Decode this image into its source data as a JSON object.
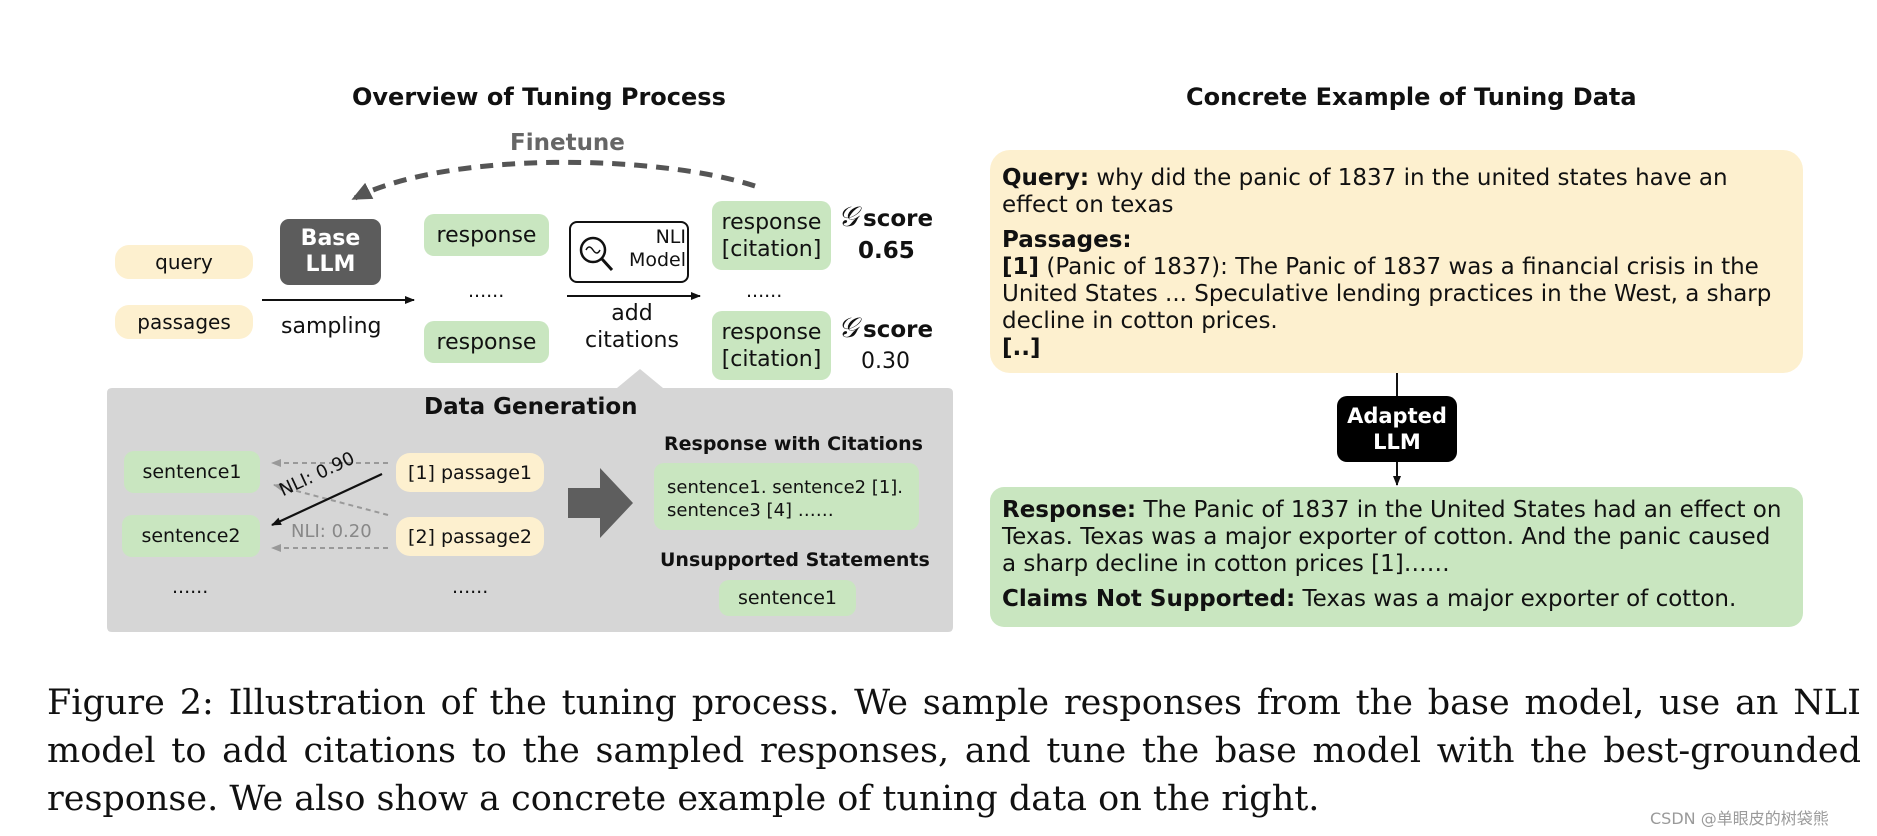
{
  "left_panel": {
    "title": "Overview of Tuning Process",
    "finetune_label": "Finetune",
    "inputs": [
      "query",
      "passages"
    ],
    "base_llm": "Base\nLLM",
    "sampling_label": "sampling",
    "responses": [
      "response",
      "......",
      "response"
    ],
    "nli_model": "NLI\nModel",
    "add_citations_label": "add\ncitations",
    "cited_responses": [
      "response\n[citation]",
      "......",
      "response\n[citation]"
    ],
    "scores": [
      {
        "symbol": "𝒢",
        "label": "score",
        "value": "0.65"
      },
      {
        "symbol": "𝒢",
        "label": "score",
        "value": "0.30"
      }
    ]
  },
  "data_generation": {
    "title": "Data Generation",
    "sentences": [
      "sentence1",
      "sentence2",
      "......"
    ],
    "passages": [
      "[1] passage1",
      "[2] passage2",
      "......"
    ],
    "nli_scores": [
      "NLI: 0.90",
      "NLI: 0.20"
    ],
    "response_with_citations_title": "Response with Citations",
    "response_with_citations_text": "sentence1. sentence2 [1].\nsentence3 [4] ……",
    "unsupported_title": "Unsupported Statements",
    "unsupported_item": "sentence1"
  },
  "right_panel": {
    "title": "Concrete Example of Tuning Data",
    "query_label": "Query:",
    "query_text": " why did the panic of 1837 in the united states have an effect on texas",
    "passages_label": "Passages:",
    "passage_ref": "[1]",
    "passage_text": " (Panic of 1837): The Panic of 1837 was a financial crisis in the United States ... Speculative lending practices in the West, a sharp decline in cotton prices.",
    "passage_more": "[..]",
    "adapted_llm": "Adapted\nLLM",
    "response_label": "Response:",
    "response_text": "  The Panic of 1837 in the United States had an effect on Texas. Texas was a major exporter of cotton. And the panic caused a sharp decline in cotton prices [1]……",
    "claims_label": "Claims Not Supported:",
    "claims_text": " Texas was a major exporter of cotton."
  },
  "caption": "Figure 2: Illustration of the tuning process. We sample responses from the base model, use an NLI model to add citations to the sampled responses, and tune the base model with the best-grounded response. We also show a concrete example of tuning data on the right.",
  "watermark": "CSDN @单眼皮的树袋熊",
  "colors": {
    "yellow_box": "#fdf0cf",
    "green_box": "#c9e6c0",
    "gray_panel": "#d6d6d6",
    "dark_llm": "#5c5c5c",
    "adapted_llm": "#000000",
    "finetune_arrow": "#555555"
  }
}
